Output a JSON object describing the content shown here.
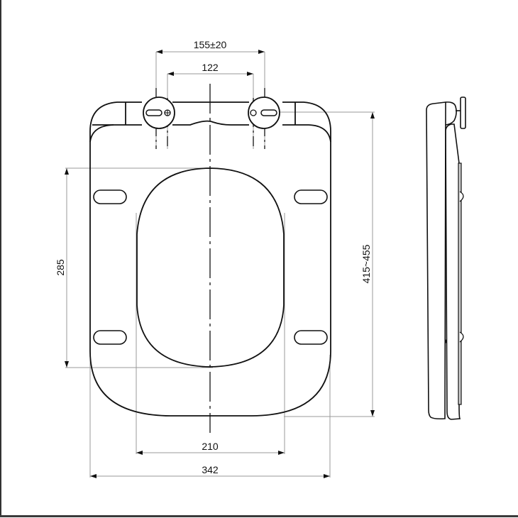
{
  "drawing": {
    "title": "Toilet seat technical drawing (top view and side view)",
    "views": [
      "top-view",
      "side-view"
    ],
    "colors": {
      "outline": "#111111",
      "dimension_line": "#9a9a9a",
      "side_shading": "#cfcfcf",
      "background": "#ffffff",
      "frame": "#333333"
    },
    "dimensions": {
      "hinge_outer_spacing": "155±20",
      "hinge_inner_spacing": "122",
      "inner_opening_length": "285",
      "overall_length": "415~455",
      "inner_opening_width": "210",
      "overall_width": "342"
    }
  }
}
